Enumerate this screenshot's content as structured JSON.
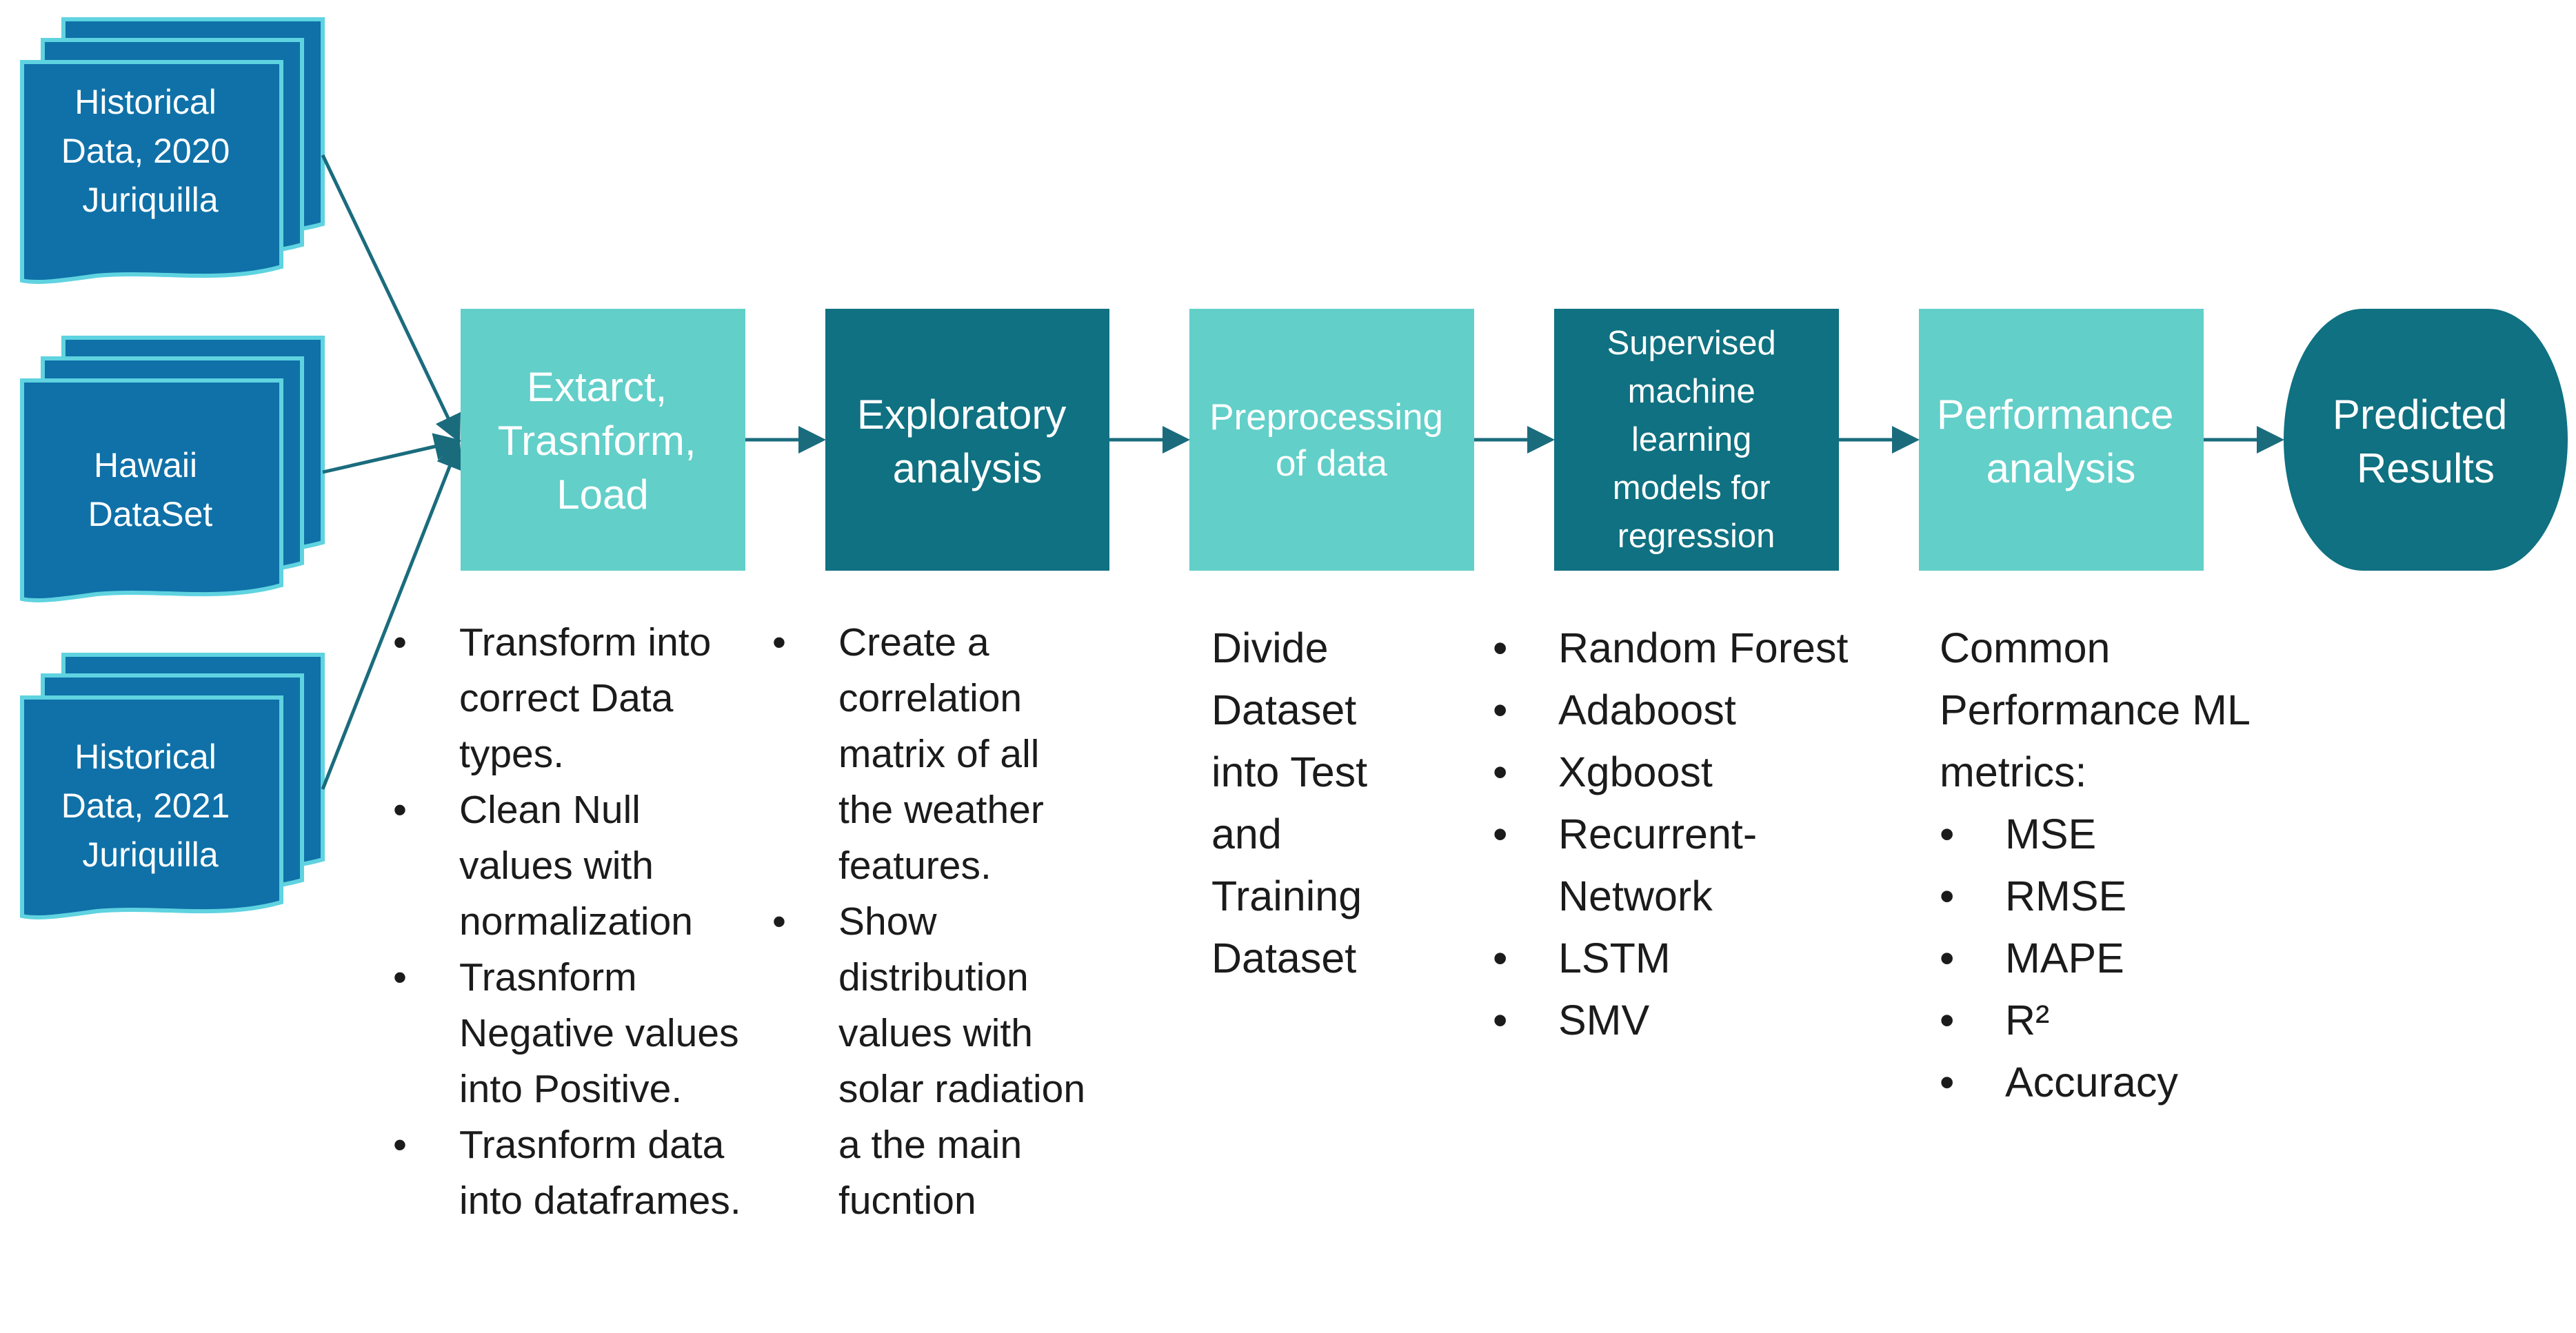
{
  "sources": [
    {
      "lines": [
        "Historical",
        "Data, 2020",
        "Juriquilla"
      ]
    },
    {
      "lines": [
        "Hawaii",
        "DataSet"
      ]
    },
    {
      "lines": [
        "Historical",
        "Data, 2021",
        "Juriquilla"
      ]
    }
  ],
  "steps": [
    {
      "lines": [
        "Extarct,",
        "Trasnform,",
        "Load"
      ]
    },
    {
      "lines": [
        "Exploratory",
        "analysis"
      ]
    },
    {
      "lines": [
        "Preprocessing",
        "of data"
      ]
    },
    {
      "lines": [
        "Supervised",
        "machine",
        "learning",
        "models for",
        "regression"
      ]
    },
    {
      "lines": [
        "Performance",
        "analysis"
      ]
    },
    {
      "lines": [
        "Predicted",
        "Results"
      ]
    }
  ],
  "details": {
    "etl": [
      "Transform into correct Data types.",
      "Clean Null values with normalization",
      "Trasnform Negative values into Positive.",
      "Trasnform data into dataframes."
    ],
    "exploratory": [
      "Create a correlation matrix of all the weather features.",
      "Show distribution values with solar radiation a the main fucntion"
    ],
    "preprocessing": "Divide Dataset into Test and Training Dataset",
    "models": [
      "Random Forest",
      "Adaboost",
      "Xgboost",
      "Recurrent-Network",
      "LSTM",
      "SMV"
    ],
    "performance": {
      "intro": "Common Performance ML metrics:",
      "items": [
        "MSE",
        "RMSE",
        "MAPE",
        "R²",
        "Accuracy"
      ]
    }
  },
  "colors": {
    "dark_teal": "#0f7181",
    "light_teal": "#62cfc9",
    "doc_blue": "#0f71a8",
    "doc_border": "#5fd3e0",
    "arrow": "#1a6c7d"
  }
}
